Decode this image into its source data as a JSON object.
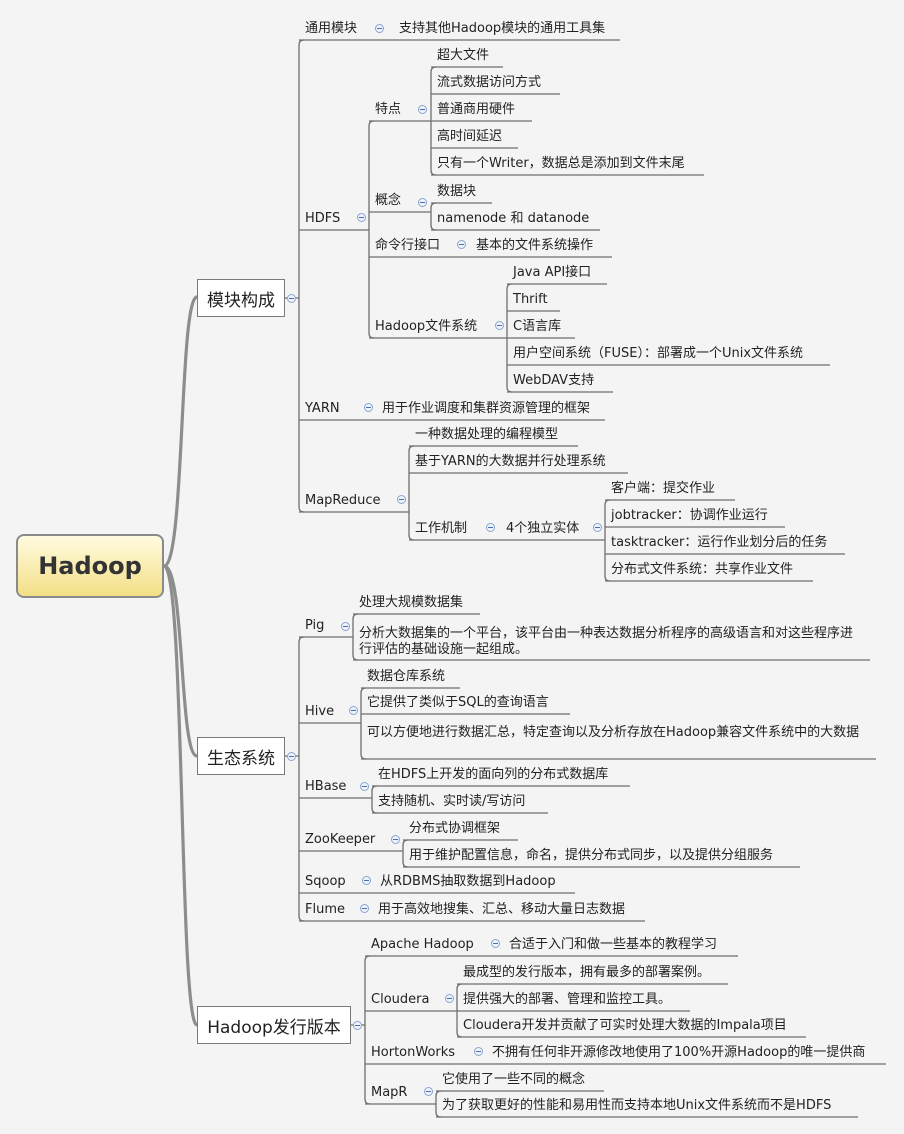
{
  "root": "Hadoop",
  "branches": [
    {
      "label": "模块构成",
      "children": [
        {
          "label": "通用模块",
          "children": [
            {
              "label": "支持其他Hadoop模块的通用工具集"
            }
          ]
        },
        {
          "label": "HDFS",
          "children": [
            {
              "label": "特点",
              "children": [
                {
                  "label": "超大文件"
                },
                {
                  "label": "流式数据访问方式"
                },
                {
                  "label": "普通商用硬件"
                },
                {
                  "label": "高时间延迟"
                },
                {
                  "label": "只有一个Writer，数据总是添加到文件末尾"
                }
              ]
            },
            {
              "label": "概念",
              "children": [
                {
                  "label": "数据块"
                },
                {
                  "label": "namenode 和 datanode"
                }
              ]
            },
            {
              "label": "命令行接口",
              "children": [
                {
                  "label": "基本的文件系统操作"
                }
              ]
            },
            {
              "label": "Hadoop文件系统",
              "children": [
                {
                  "label": "Java API接口"
                },
                {
                  "label": "Thrift"
                },
                {
                  "label": "C语言库"
                },
                {
                  "label": "用户空间系统（FUSE）：部署成一个Unix文件系统"
                },
                {
                  "label": "WebDAV支持"
                }
              ]
            }
          ]
        },
        {
          "label": "YARN",
          "children": [
            {
              "label": "用于作业调度和集群资源管理的框架"
            }
          ]
        },
        {
          "label": "MapReduce",
          "children": [
            {
              "label": "一种数据处理的编程模型"
            },
            {
              "label": "基于YARN的大数据并行处理系统"
            },
            {
              "label": "工作机制",
              "children": [
                {
                  "label": "4个独立实体",
                  "children": [
                    {
                      "label": "客户端：提交作业"
                    },
                    {
                      "label": "jobtracker：协调作业运行"
                    },
                    {
                      "label": "tasktracker：运行作业划分后的任务"
                    },
                    {
                      "label": "分布式文件系统：共享作业文件"
                    }
                  ]
                }
              ]
            }
          ]
        }
      ]
    },
    {
      "label": "生态系统",
      "children": [
        {
          "label": "Pig",
          "children": [
            {
              "label": "处理大规模数据集"
            },
            {
              "label": "分析大数据集的一个平台，该平台由一种表达数据分析程序的高级语言和对这些程序进行评估的基础设施一起组成。"
            }
          ]
        },
        {
          "label": "Hive",
          "children": [
            {
              "label": "数据仓库系统"
            },
            {
              "label": "它提供了类似于SQL的查询语言"
            },
            {
              "label": "可以方便地进行数据汇总，特定查询以及分析存放在Hadoop兼容文件系统中的大数据"
            }
          ]
        },
        {
          "label": "HBase",
          "children": [
            {
              "label": "在HDFS上开发的面向列的分布式数据库"
            },
            {
              "label": "支持随机、实时读/写访问"
            }
          ]
        },
        {
          "label": "ZooKeeper",
          "children": [
            {
              "label": "分布式协调框架"
            },
            {
              "label": "用于维护配置信息，命名，提供分布式同步，以及提供分组服务"
            }
          ]
        },
        {
          "label": "Sqoop",
          "children": [
            {
              "label": "从RDBMS抽取数据到Hadoop"
            }
          ]
        },
        {
          "label": "Flume",
          "children": [
            {
              "label": "用于高效地搜集、汇总、移动大量日志数据"
            }
          ]
        }
      ]
    },
    {
      "label": "Hadoop发行版本",
      "children": [
        {
          "label": "Apache Hadoop",
          "children": [
            {
              "label": "合适于入门和做一些基本的教程学习"
            }
          ]
        },
        {
          "label": "Cloudera",
          "children": [
            {
              "label": "最成型的发行版本，拥有最多的部署案例。"
            },
            {
              "label": "提供强大的部署、管理和监控工具。"
            },
            {
              "label": "Cloudera开发并贡献了可实时处理大数据的Impala项目"
            }
          ]
        },
        {
          "label": "HortonWorks",
          "children": [
            {
              "label": "不拥有任何非开源修改地使用了100%开源Hadoop的唯一提供商"
            }
          ]
        },
        {
          "label": "MapR",
          "children": [
            {
              "label": "它使用了一些不同的概念"
            },
            {
              "label": "为了获取更好的性能和易用性而支持本地Unix文件系统而不是HDFS"
            }
          ]
        }
      ]
    }
  ]
}
